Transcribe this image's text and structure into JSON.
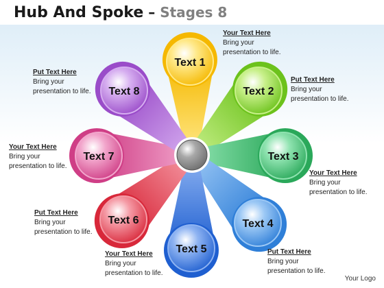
{
  "title": {
    "main": "Hub And Spoke",
    "dash": " – ",
    "sub": "Stages 8"
  },
  "nodes": [
    {
      "label": "Text 1",
      "color": "#f5b800",
      "light": "#ffe98a"
    },
    {
      "label": "Text 2",
      "color": "#6cc21c",
      "light": "#c8f08a"
    },
    {
      "label": "Text 3",
      "color": "#2aa85a",
      "light": "#8fe3b0"
    },
    {
      "label": "Text 4",
      "color": "#2f7fd8",
      "light": "#9cc8f5"
    },
    {
      "label": "Text 5",
      "color": "#1f5fd0",
      "light": "#8fb4f2"
    },
    {
      "label": "Text 6",
      "color": "#d8283a",
      "light": "#f59aa5"
    },
    {
      "label": "Text 7",
      "color": "#cf3e86",
      "light": "#f2a6cc"
    },
    {
      "label": "Text 8",
      "color": "#9a4cc9",
      "light": "#d6aef0"
    }
  ],
  "hub": {
    "color": "#6a6a6a"
  },
  "captions": [
    {
      "heading": "Your Text Here",
      "line1": "Bring your",
      "line2": "presentation to life."
    },
    {
      "heading": "Put Text Here",
      "line1": "Bring your",
      "line2": "presentation to life."
    },
    {
      "heading": "Your Text Here",
      "line1": "Bring your",
      "line2": "presentation to life."
    },
    {
      "heading": "Put Text Here",
      "line1": "Bring your",
      "line2": "presentation to life."
    },
    {
      "heading": "Your Text Here",
      "line1": "Bring your",
      "line2": "presentation to life."
    },
    {
      "heading": "Put Text Here",
      "line1": "Bring your",
      "line2": "presentation to life."
    },
    {
      "heading": "Your Text Here",
      "line1": "Bring your",
      "line2": "presentation to life."
    },
    {
      "heading": "Put Text Here",
      "line1": "Bring your",
      "line2": "presentation to life."
    }
  ],
  "footer": {
    "logo": "Your Logo"
  }
}
